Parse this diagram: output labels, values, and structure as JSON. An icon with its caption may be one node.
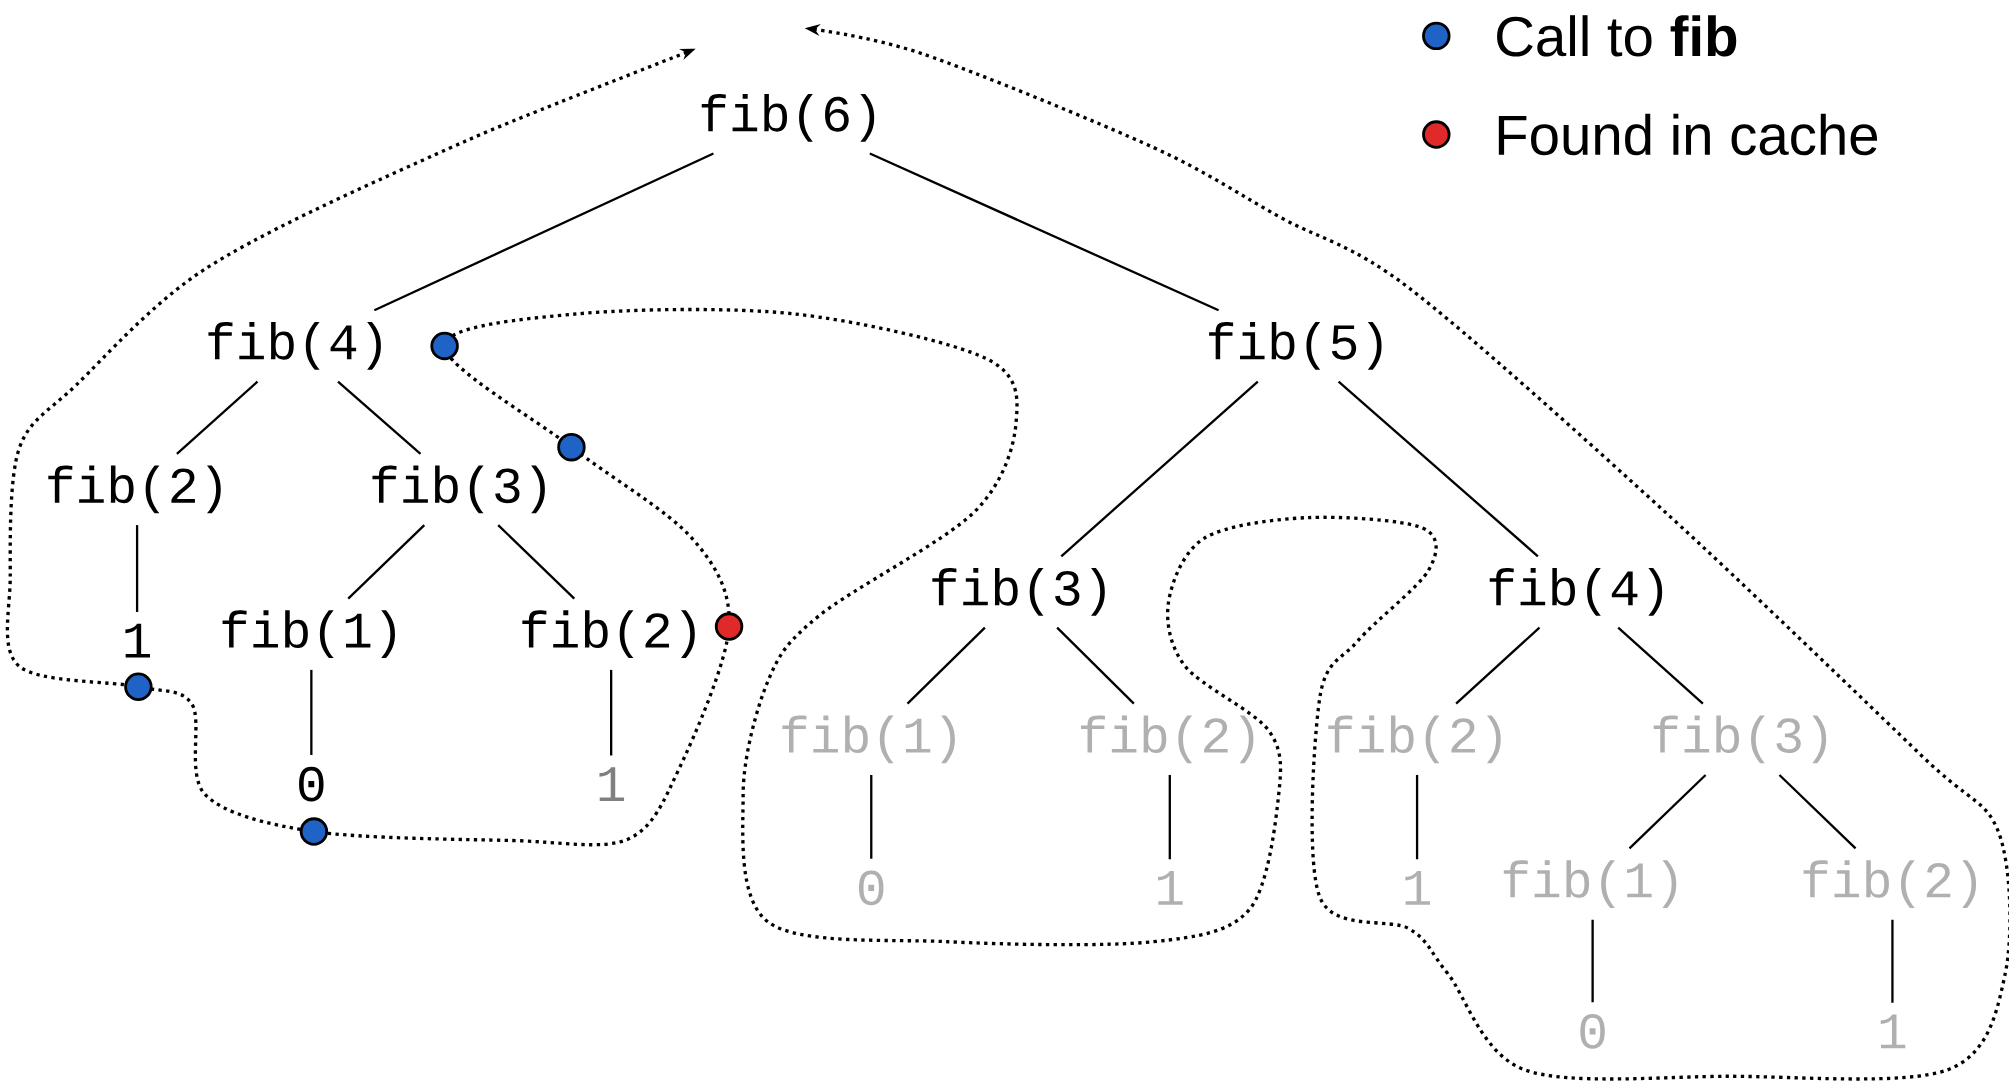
{
  "diagram": {
    "nodes": [
      {
        "text": [
          "fib(6)"
        ]
      },
      {
        "text": [
          "fib(4)"
        ]
      },
      {
        "text": [
          "fib(5)"
        ]
      },
      {
        "text": [
          "fib(2)"
        ]
      },
      {
        "text": [
          "fib(3)"
        ]
      },
      {
        "text": [
          "1"
        ]
      },
      {
        "text": [
          "fib(1)"
        ]
      },
      {
        "text": [
          "fib(2)"
        ]
      },
      {
        "text": [
          "0"
        ]
      },
      {
        "text": [
          "1"
        ]
      },
      {
        "text": [
          "fib(3)"
        ]
      },
      {
        "text": [
          "fib(4)"
        ]
      },
      {
        "text": [
          "fib(1)"
        ]
      },
      {
        "text": [
          "fib(2)"
        ]
      },
      {
        "text": [
          "0"
        ]
      },
      {
        "text": [
          "1"
        ]
      },
      {
        "text": [
          "fib(2)"
        ]
      },
      {
        "text": [
          "fib(3)"
        ]
      },
      {
        "text": [
          "1"
        ]
      },
      {
        "text": [
          "fib(1)"
        ]
      },
      {
        "text": [
          "fib(2)"
        ]
      },
      {
        "text": [
          "0"
        ]
      },
      {
        "text": [
          "1"
        ]
      }
    ],
    "edges": [
      {
        "from": 0,
        "to": 1,
        "arrow": "none"
      },
      {
        "from": 0,
        "to": 2,
        "arrow": "none"
      },
      {
        "from": 1,
        "to": 3,
        "arrow": "none"
      },
      {
        "from": 1,
        "to": 4,
        "arrow": "none"
      },
      {
        "from": 3,
        "to": 5,
        "arrow": "none"
      },
      {
        "from": 4,
        "to": 6,
        "arrow": "none"
      },
      {
        "from": 4,
        "to": 7,
        "arrow": "none"
      },
      {
        "from": 6,
        "to": 8,
        "arrow": "none"
      },
      {
        "from": 7,
        "to": 9,
        "arrow": "none"
      },
      {
        "from": 2,
        "to": 10,
        "arrow": "none"
      },
      {
        "from": 2,
        "to": 11,
        "arrow": "none"
      },
      {
        "from": 10,
        "to": 12,
        "arrow": "none"
      },
      {
        "from": 10,
        "to": 13,
        "arrow": "none"
      },
      {
        "from": 12,
        "to": 14,
        "arrow": "none"
      },
      {
        "from": 13,
        "to": 15,
        "arrow": "none"
      },
      {
        "from": 11,
        "to": 16,
        "arrow": "none"
      },
      {
        "from": 11,
        "to": 17,
        "arrow": "none"
      },
      {
        "from": 16,
        "to": 18,
        "arrow": "none"
      },
      {
        "from": 17,
        "to": 19,
        "arrow": "none"
      },
      {
        "from": 17,
        "to": 20,
        "arrow": "none"
      },
      {
        "from": 19,
        "to": 21,
        "arrow": "none"
      },
      {
        "from": 20,
        "to": 22,
        "arrow": "none"
      }
    ],
    "legend": [
      {
        "text": "Call to **fib**",
        "color": "#1f63c6"
      },
      {
        "text": "Found in cache",
        "color": "#e02a2a"
      }
    ]
  }
}
